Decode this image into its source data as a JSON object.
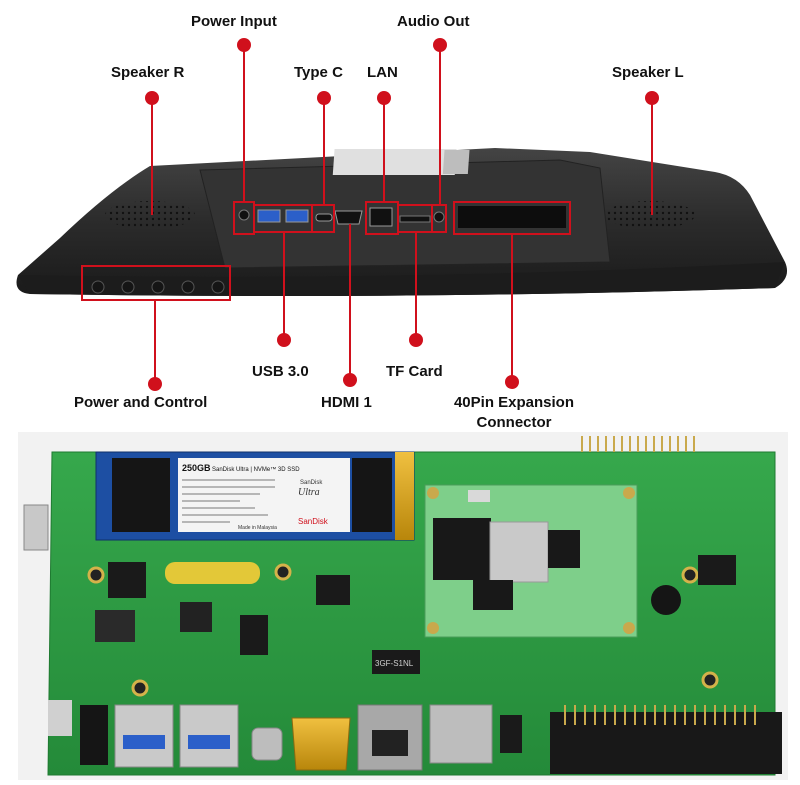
{
  "labels": {
    "power_input": "Power Input",
    "audio_out": "Audio Out",
    "speaker_r": "Speaker R",
    "type_c": "Type C",
    "lan": "LAN",
    "speaker_l": "Speaker L",
    "usb3": "USB 3.0",
    "tf_card": "TF Card",
    "hdmi1": "HDMI 1",
    "power_control": "Power and Control",
    "expansion_line1": "40Pin Expansion",
    "expansion_line2": "Connector"
  },
  "ssd_label": {
    "capacity": "250GB",
    "model": "SanDisk Ultra | NVMe™ 3D SSD",
    "brand": "SanDisk",
    "product": "Ultra",
    "made_in": "Made in Malaysia"
  },
  "module_marking": "3GF-S1NL",
  "colors": {
    "callout": "#d0101c",
    "pcb": "#2e9e45",
    "device_body": "#2b2b2b",
    "cm4": "#7ecf8a"
  }
}
